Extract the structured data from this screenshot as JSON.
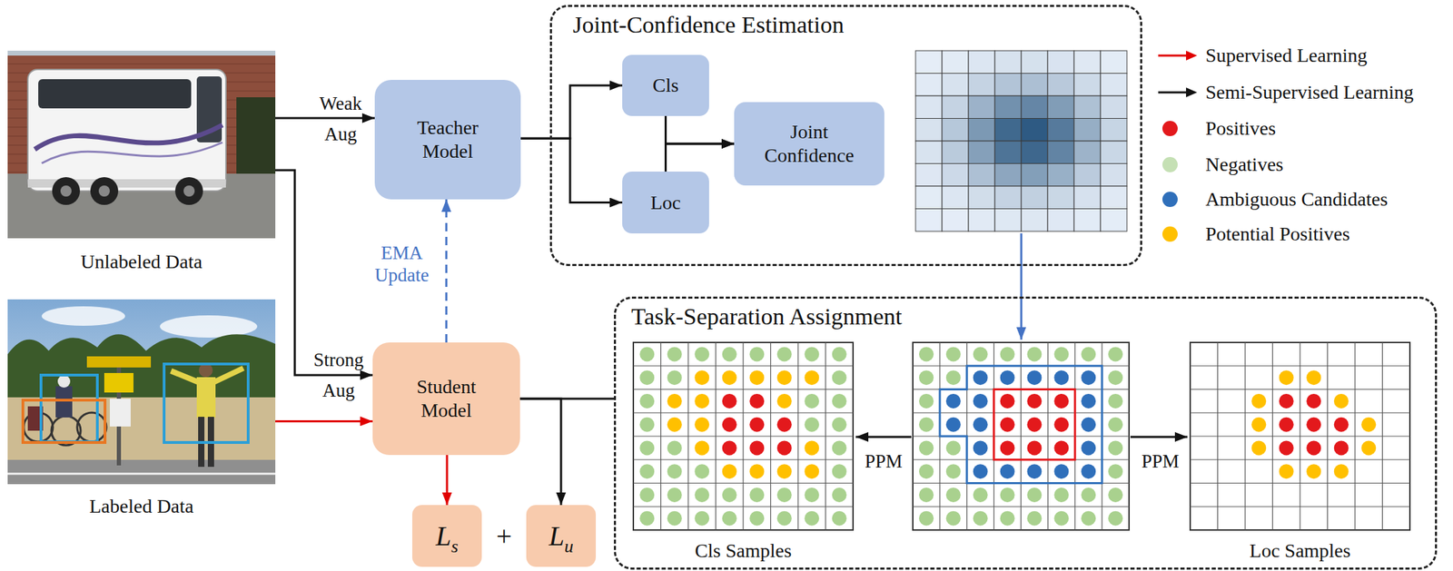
{
  "diagram": {
    "nodes": [
      {
        "text": [
          "Unlabeled Data"
        ]
      },
      {
        "text": [
          "Teacher Model"
        ]
      },
      {
        "text": [
          "Joint-Confidence Estimation"
        ]
      },
      {
        "text": [
          "Cls"
        ],
        "in": 2
      },
      {
        "text": [
          "Loc"
        ],
        "in": 2
      },
      {
        "text": [
          "Joint Confidence"
        ],
        "in": 2
      },
      {
        "text": [
          "Labeled Data"
        ]
      },
      {
        "text": [
          "Student Model"
        ]
      },
      {
        "text": [
          "Task-Separation Assignment"
        ]
      },
      {
        "text": [
          "Cls Samples"
        ],
        "in": 8
      },
      {
        "text": [
          "Loc Samples"
        ],
        "in": 8
      },
      {
        "text": [
          "L",
          "s"
        ]
      },
      {
        "text": [
          "L",
          "u"
        ]
      }
    ],
    "edges": [
      {
        "from": 0,
        "to": 1,
        "arrow": "to",
        "label": "Weak Aug"
      },
      {
        "from": 0,
        "to": 7,
        "arrow": "to",
        "label": "Strong Aug"
      },
      {
        "from": 6,
        "to": 7,
        "arrow": "to"
      },
      {
        "from": 7,
        "to": 1,
        "arrow": "to",
        "label": "EMA Update"
      },
      {
        "from": 1,
        "to": 3,
        "arrow": "to"
      },
      {
        "from": 1,
        "to": 4,
        "arrow": "to"
      },
      {
        "from": 3,
        "to": 5,
        "arrow": "to"
      },
      {
        "from": 4,
        "to": 5,
        "arrow": "to"
      },
      {
        "from": 7,
        "to": 11,
        "arrow": "to"
      },
      {
        "from": 7,
        "to": 12,
        "arrow": "to"
      },
      {
        "from": 7,
        "to": 8,
        "arrow": "none"
      }
    ],
    "labels": [
      "+",
      "PPM",
      "PPM"
    ],
    "legend": [
      {
        "text": "Supervised Learning"
      },
      {
        "text": "Semi-Supervised Learning"
      },
      {
        "text": "Positives",
        "color": "#e3191c"
      },
      {
        "text": "Negatives",
        "color": "#c5e0b4"
      },
      {
        "text": "Ambiguous Candidates",
        "color": "#2f6fba"
      },
      {
        "text": "Potential Positives",
        "color": "#ffc000"
      }
    ]
  }
}
